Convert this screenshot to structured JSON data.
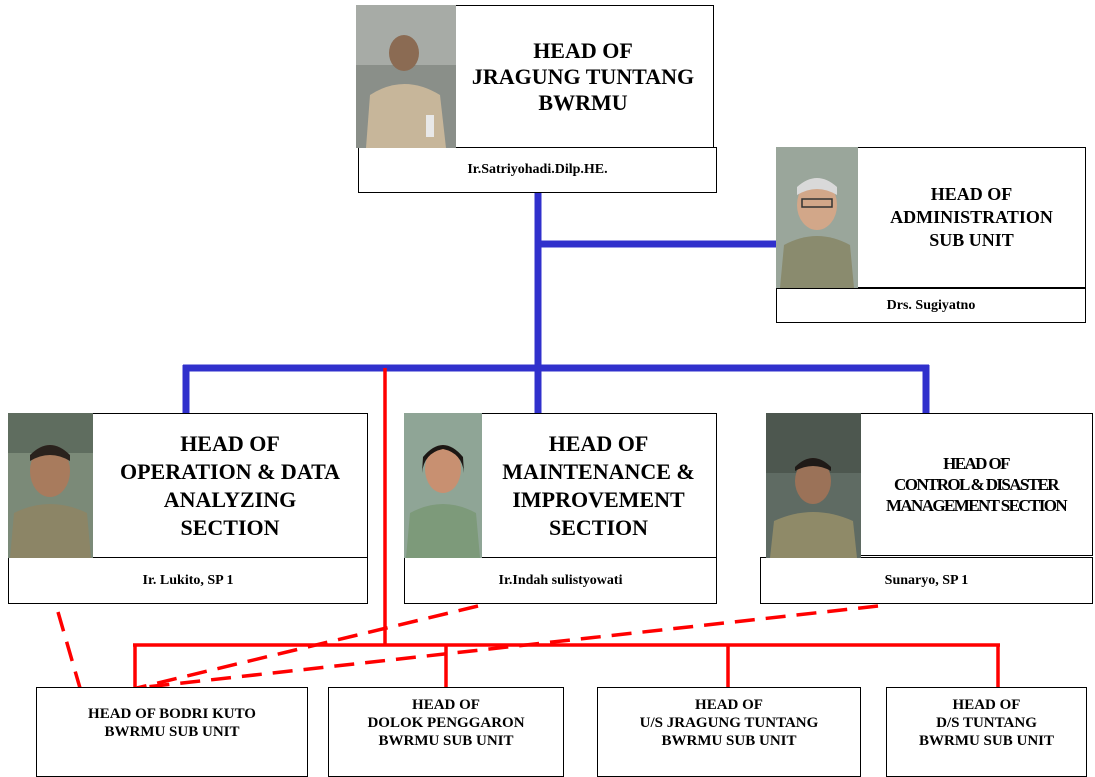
{
  "head": {
    "title_lines": [
      "HEAD OF",
      "JRAGUNG TUNTANG",
      "BWRMU"
    ],
    "name": "Ir.Satriyohadi.Dilp.HE."
  },
  "admin": {
    "title_lines": [
      "HEAD OF",
      "ADMINISTRATION",
      "SUB UNIT"
    ],
    "name": "Drs. Sugiyatno"
  },
  "operation": {
    "title_lines": [
      "HEAD OF",
      "OPERATION & DATA",
      "ANALYZING",
      "SECTION"
    ],
    "name": "Ir. Lukito, SP 1"
  },
  "maintenance": {
    "title_lines": [
      "HEAD OF",
      "MAINTENANCE &",
      "IMPROVEMENT",
      "SECTION"
    ],
    "name": "Ir.Indah sulistyowati"
  },
  "control": {
    "title_lines": [
      "HEAD OF",
      "CONTROL & DISASTER",
      "MANAGEMENT SECTION"
    ],
    "name": "Sunaryo, SP 1"
  },
  "sub_units": [
    {
      "lines": [
        "HEAD OF BODRI KUTO",
        "BWRMU SUB UNIT"
      ]
    },
    {
      "lines": [
        "HEAD OF",
        "DOLOK PENGGARON",
        "BWRMU SUB UNIT"
      ]
    },
    {
      "lines": [
        "HEAD OF",
        "U/S JRAGUNG TUNTANG",
        "BWRMU SUB UNIT"
      ]
    },
    {
      "lines": [
        "HEAD OF",
        "D/S TUNTANG",
        "BWRMU SUB UNIT"
      ]
    }
  ],
  "colors": {
    "structural_line": "#3030cc",
    "coordination_line": "#ff0000"
  }
}
